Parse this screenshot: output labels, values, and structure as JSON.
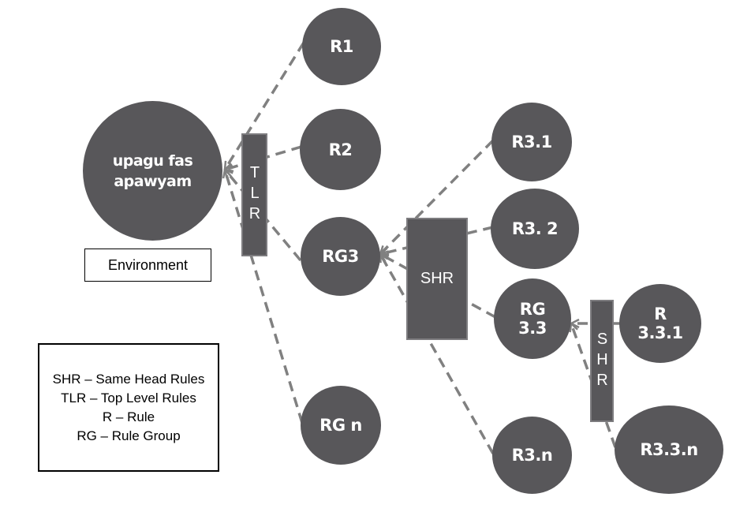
{
  "environment_node": {
    "text": "upagu fas apawyam"
  },
  "environment_label": "Environment",
  "bars": {
    "tlr": "TLR",
    "shr_main": "SHR",
    "shr_sub": "SHR"
  },
  "nodes": {
    "r1": "R1",
    "r2": "R2",
    "rg3": "RG3",
    "rgn": "RG n",
    "r31": "R3.1",
    "r32": "R3. 2",
    "rg33": "RG 3.3",
    "r3n": "R3.n",
    "r331": "R 3.3.1",
    "r33n": "R3.3.n"
  },
  "legend": {
    "items": [
      "SHR – Same Head Rules",
      "TLR – Top Level Rules",
      "R – Rule",
      "RG – Rule Group"
    ]
  },
  "colors": {
    "node_fill": "#58575a",
    "edge": "#808080",
    "text": "#ffffff",
    "box_border": "#000000"
  }
}
